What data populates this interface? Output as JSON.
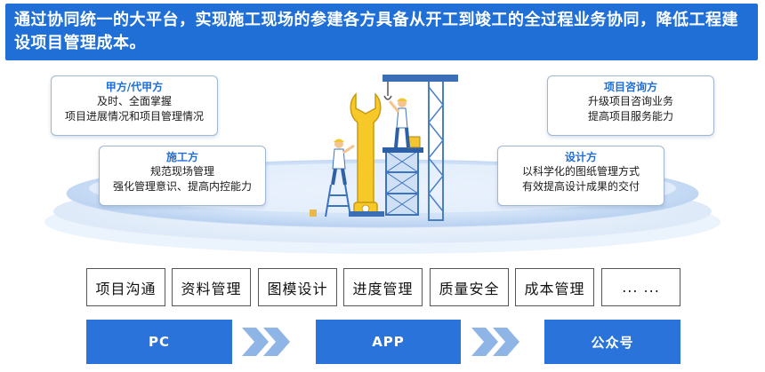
{
  "banner": {
    "text": "通过协同统一的大平台，实现施工现场的参建各方具备从开工到竣工的全过程业务协同，降低工程建设项目管理成本。"
  },
  "callouts": [
    {
      "title": "甲方/代甲方",
      "lines": [
        "及时、全面掌握",
        "项目进展情况和项目管理情况"
      ]
    },
    {
      "title": "施工方",
      "lines": [
        "规范现场管理",
        "强化管理意识、提高内控能力"
      ]
    },
    {
      "title": "项目咨询方",
      "lines": [
        "升级项目咨询业务",
        "提高项目服务能力"
      ]
    },
    {
      "title": "设计方",
      "lines": [
        "以科学化的图纸管理方式",
        "有效提高设计成果的交付"
      ]
    }
  ],
  "modules": [
    "项目沟通",
    "资料管理",
    "图模设计",
    "进度管理",
    "质量安全",
    "成本管理",
    "... ..."
  ],
  "platforms": [
    "PC",
    "APP",
    "公众号"
  ],
  "colors": {
    "primary": "#1f6fd6",
    "platform": "#2a73db",
    "arrow": "#8fb4e6"
  }
}
